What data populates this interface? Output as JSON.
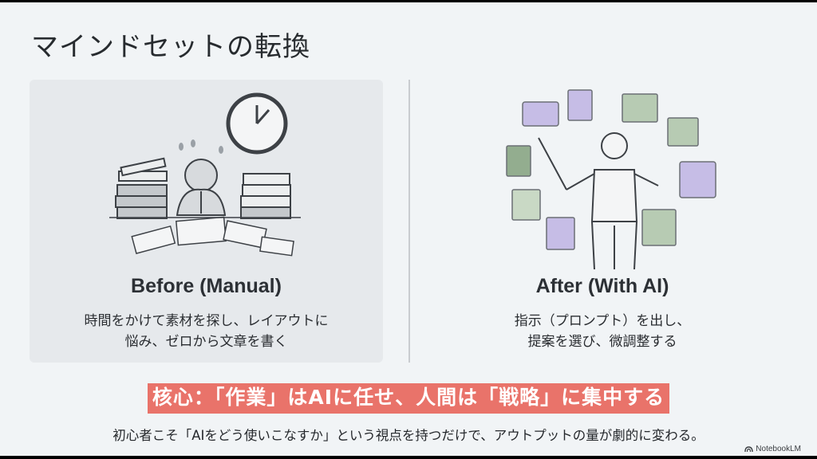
{
  "slide": {
    "title": "マインドセットの転換",
    "before": {
      "heading": "Before (Manual)",
      "body_line1": "時間をかけて素材を探し、レイアウトに",
      "body_line2": "悩み、ゼロから文章を書く",
      "illustration": "stressed-worker-with-paper-stacks-and-clock"
    },
    "after": {
      "heading": "After (With AI)",
      "body_line1": "指示（プロンプト）を出し、",
      "body_line2": "提案を選び、微調整する",
      "illustration": "presenter-conducting-floating-content-cards"
    },
    "key_message": "核心：「作業」はAIに任せ、人間は「戦略」に集中する",
    "subtext": "初心者こそ「AIをどう使いこなすか」という視点を持つだけで、アウトプットの量が劇的に変わる。",
    "brand": "NotebookLM"
  },
  "colors": {
    "background": "#f1f4f6",
    "panel": "#e6e9ec",
    "highlight": "#e9736a",
    "text": "#272b2f",
    "accent_purple": "#b9b0dc",
    "accent_green": "#a9bfa5"
  }
}
